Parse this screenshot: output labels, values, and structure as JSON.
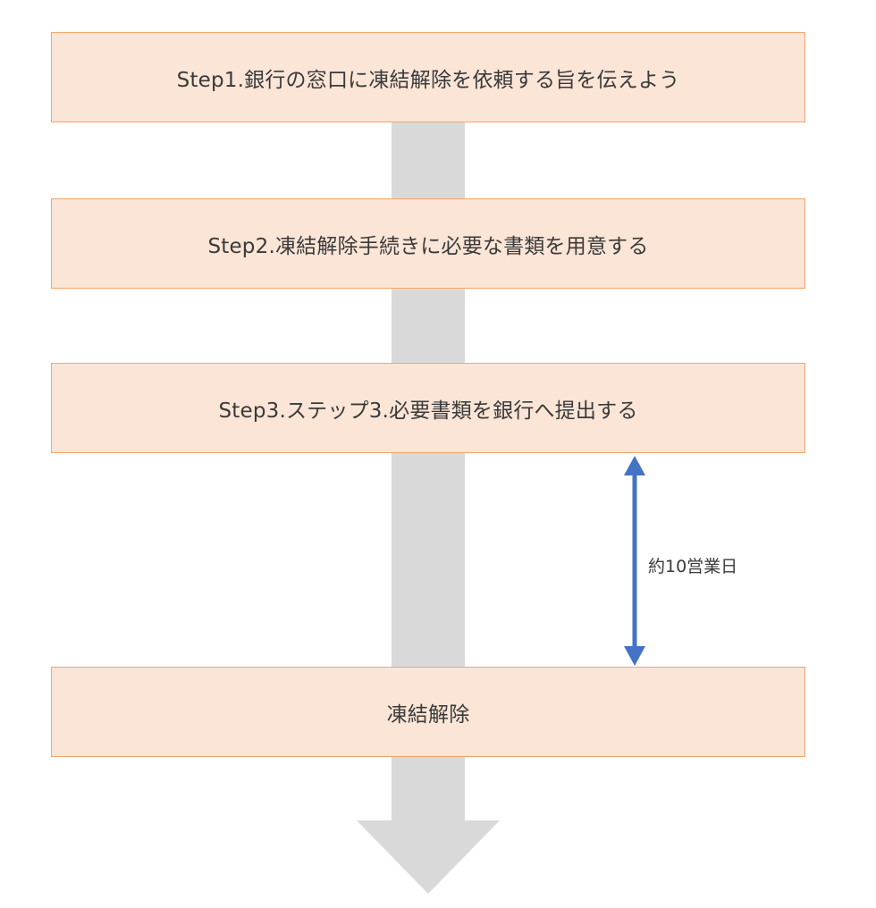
{
  "steps": [
    {
      "label": "Step1.銀行の窓口に凍結解除を依頼する旨を伝えよう"
    },
    {
      "label": "Step2.凍結解除手続きに必要な書類を用意する"
    },
    {
      "label": "Step3.ステップ3.必要書類を銀行へ提出する"
    },
    {
      "label": "凍結解除"
    }
  ],
  "duration": {
    "label": "約10営業日"
  },
  "colors": {
    "box_fill": "#fbe5d6",
    "box_border": "#f4a46a",
    "flow_arrow": "#d9d9d9",
    "duration_arrow": "#4472c4"
  }
}
